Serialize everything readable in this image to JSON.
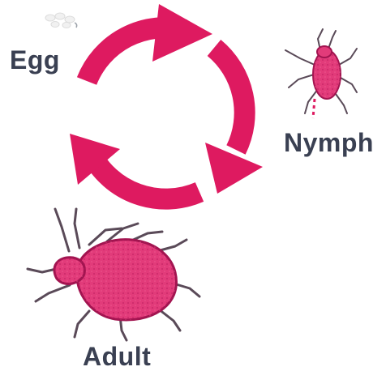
{
  "diagram": {
    "stages": [
      {
        "id": "egg",
        "label": "Egg"
      },
      {
        "id": "nymph",
        "label": "Nymph"
      },
      {
        "id": "adult",
        "label": "Adult"
      }
    ],
    "colors": {
      "cycle_arrows": "#de1a60",
      "bug_body": "#e23b7a",
      "bug_outline": "#a21450",
      "bug_legs": "#5a4a58",
      "label_text": "#3a4052",
      "egg": "#eeeeee"
    }
  }
}
